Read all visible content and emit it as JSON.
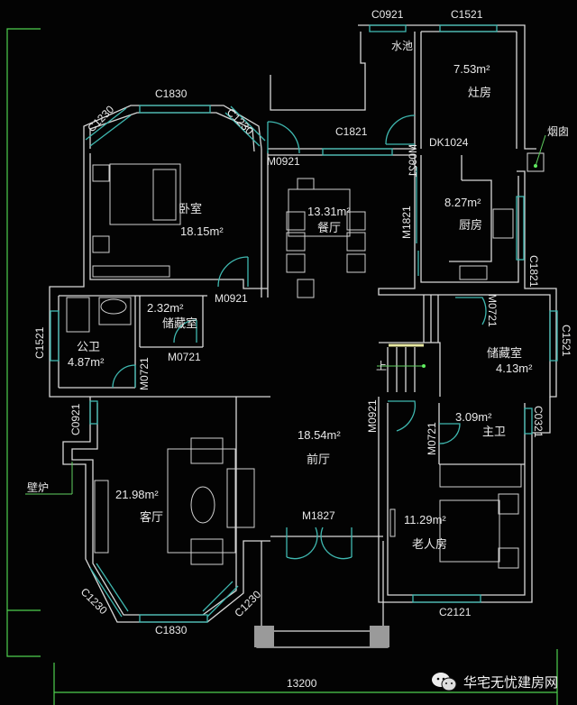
{
  "rooms": [
    {
      "id": "bedroom",
      "name": "卧室",
      "area": "18.15m²"
    },
    {
      "id": "dining",
      "name": "餐厅",
      "area": "13.31m²"
    },
    {
      "id": "stove",
      "name": "灶房",
      "area": "7.53m²"
    },
    {
      "id": "kitchen",
      "name": "厨房",
      "area": "8.27m²"
    },
    {
      "id": "storage-small",
      "name": "储藏室",
      "area": "2.32m²"
    },
    {
      "id": "public-bath",
      "name": "公卫",
      "area": "4.87m²"
    },
    {
      "id": "storage",
      "name": "储藏室",
      "area": "4.13m²"
    },
    {
      "id": "hall",
      "name": "前厅",
      "area": "18.54m²"
    },
    {
      "id": "master-bath",
      "name": "主卫",
      "area": "3.09m²"
    },
    {
      "id": "living",
      "name": "客厅",
      "area": "21.98m²"
    },
    {
      "id": "elder-room",
      "name": "老人房",
      "area": "11.29m²"
    }
  ],
  "labels": {
    "sink": "水池",
    "chimney": "烟囱",
    "fireplace": "壁炉",
    "stairs_up": "上"
  },
  "openings": {
    "c0921_top": "C0921",
    "c1521_top": "C1521",
    "c1830_top": "C1830",
    "c1230_tl": "C1230",
    "c1230_tr": "C1230",
    "c1821": "C1821",
    "m0921_bed": "M0921",
    "m0921_kit": "M0921",
    "dk1024": "DK1024",
    "m1821": "M1821",
    "c1821_kit": "C1821",
    "m0921_bedroom": "M0921",
    "c1521_left": "C1521",
    "m0721_store": "M0721",
    "m0721_bath": "M0721",
    "m0721_stor": "M0721",
    "c1521_right": "C1521",
    "c0921_left": "C0921",
    "m0921_elder": "M0921",
    "m0721_master": "M0721",
    "c0321": "C0321",
    "m1827": "M1827",
    "c1230_bl": "C1230",
    "c1230_br": "C1230",
    "c1830_bottom": "C1830",
    "c2121": "C2121"
  },
  "dimension": "13200",
  "watermark": "华宅无忧建房网",
  "colors": {
    "wall": "#d8d8d8",
    "window": "#3fb8b0",
    "dim": "#4fd04f",
    "bg": "#030303"
  }
}
